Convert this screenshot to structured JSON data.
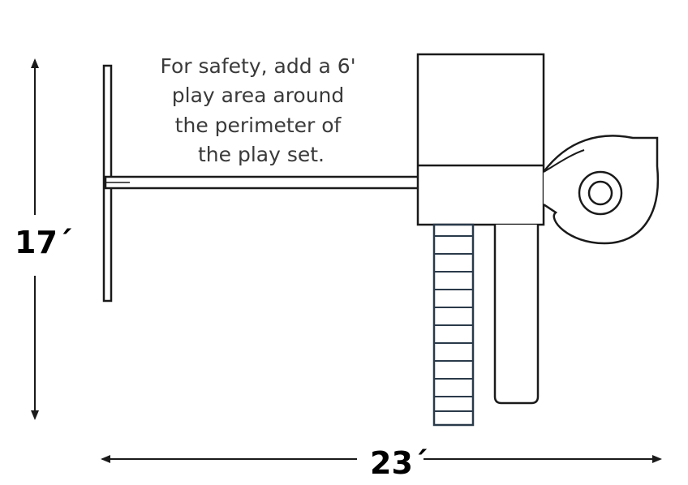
{
  "safety_note": {
    "lines": [
      "For safety, add a 6'",
      "play area around",
      "the perimeter of",
      "the play set."
    ]
  },
  "dimensions": {
    "height_label": "17´",
    "width_label": "23´"
  },
  "colors": {
    "line": "#1a1a1a",
    "ladder": "#2a3a4a",
    "text": "#3a3a3a"
  }
}
